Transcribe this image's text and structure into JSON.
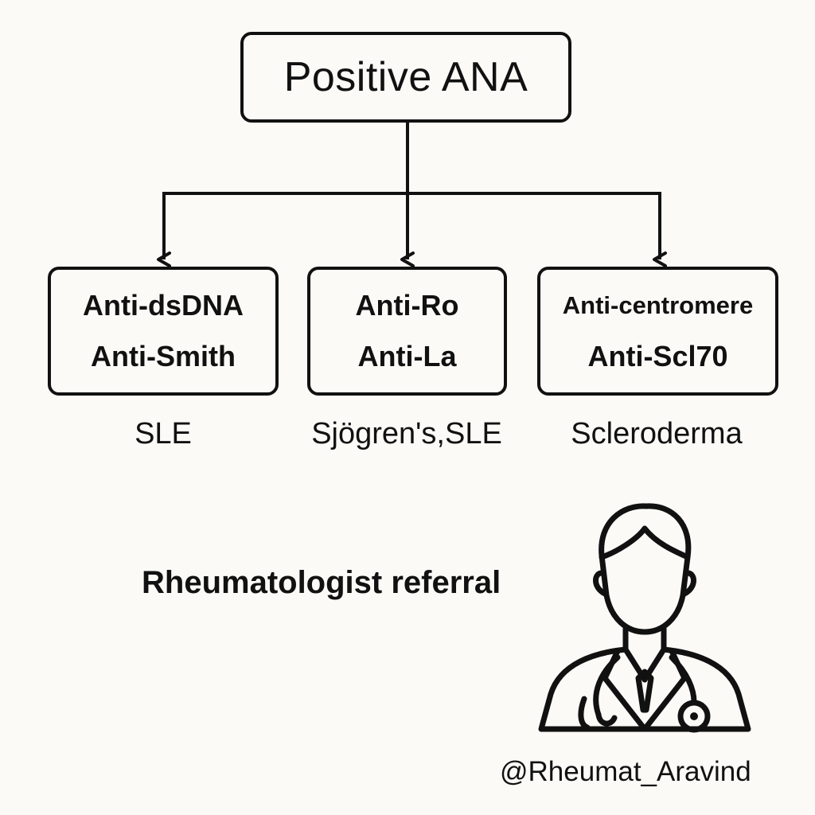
{
  "root": {
    "label": "Positive ANA"
  },
  "branches": [
    {
      "antibodies": [
        "Anti-dsDNA",
        "Anti-Smith"
      ],
      "diagnosis": "SLE"
    },
    {
      "antibodies": [
        "Anti-Ro",
        "Anti-La"
      ],
      "diagnosis": "Sjögren's,SLE"
    },
    {
      "antibodies": [
        "Anti-centromere",
        "Anti-Scl70"
      ],
      "diagnosis": "Scleroderma"
    }
  ],
  "referral": {
    "label": "Rheumatologist referral"
  },
  "credit": {
    "handle": "@Rheumat_Aravind"
  },
  "colors": {
    "stroke": "#111111",
    "background": "#fbfaf7"
  },
  "icons": {
    "doctor": "doctor-with-stethoscope-icon"
  }
}
